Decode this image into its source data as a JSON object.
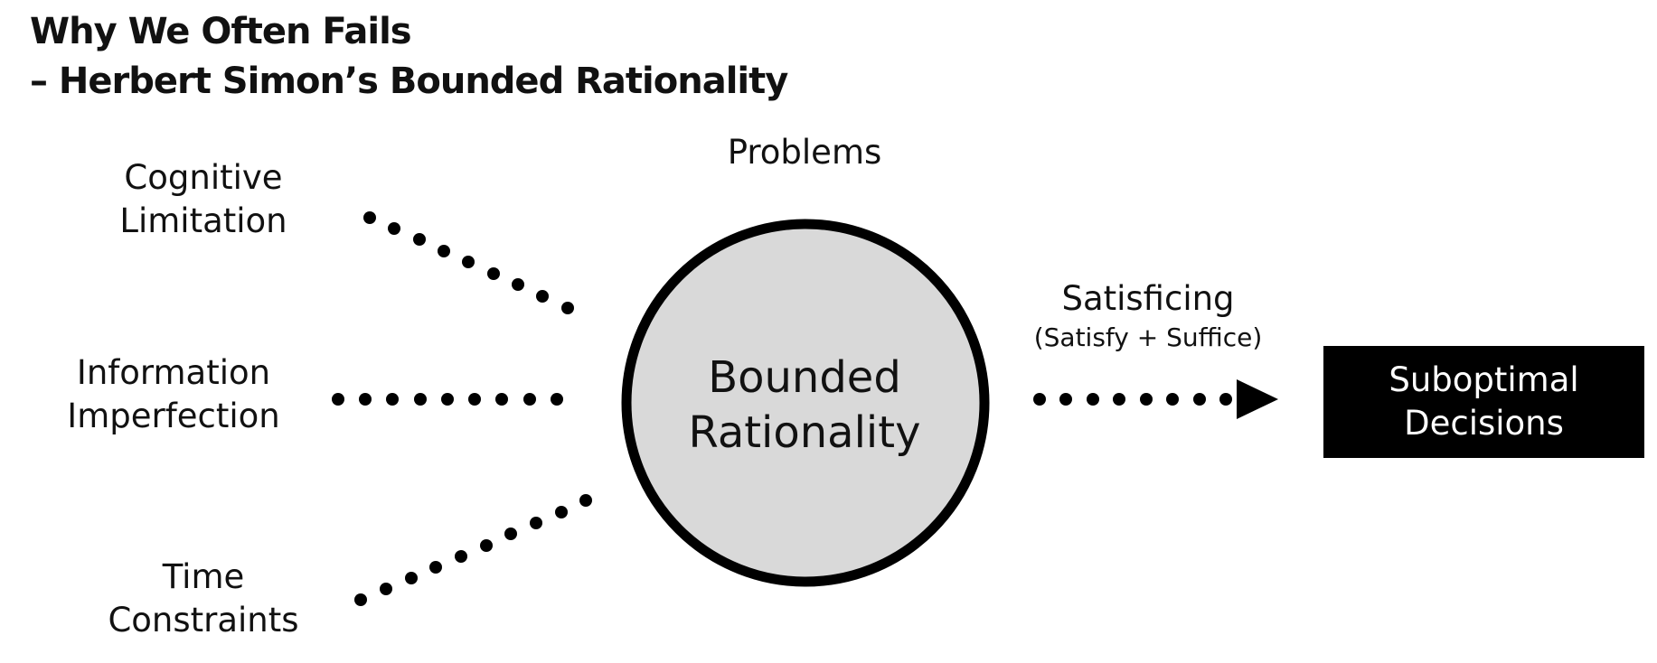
{
  "title": {
    "line1": "Why We Often Fails",
    "line2": "– Herbert Simon’s Bounded Rationality"
  },
  "problems_label": "Problems",
  "causes": [
    {
      "line1": "Cognitive",
      "line2": "Limitation"
    },
    {
      "line1": "Information",
      "line2": "Imperfection"
    },
    {
      "line1": "Time",
      "line2": "Constraints"
    }
  ],
  "center": {
    "line1": "Bounded",
    "line2": "Rationality"
  },
  "process": {
    "label": "Satisficing",
    "sublabel": "(Satisfy + Suffice)"
  },
  "result": {
    "line1": "Suboptimal",
    "line2": "Decisions"
  },
  "colors": {
    "circle_fill": "#d9d9d9",
    "outline": "#000000",
    "box_fill": "#000000",
    "box_text": "#ffffff"
  },
  "icons": {
    "connector": "dotted-line",
    "arrow": "arrow-right-icon"
  }
}
